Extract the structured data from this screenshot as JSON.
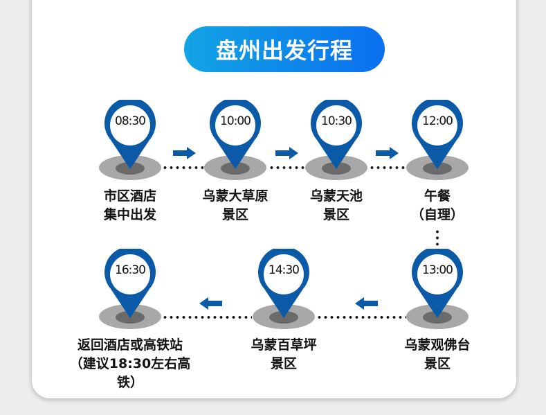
{
  "title": "盘州出发行程",
  "colors": {
    "pin": "#0a5aa8",
    "title_start": "#12a4e4",
    "title_end": "#0a6ff0"
  },
  "stops": [
    {
      "time": "08:30",
      "label1": "市区酒店",
      "label2": "集中出发"
    },
    {
      "time": "10:00",
      "label1": "乌蒙大草原",
      "label2": "景区"
    },
    {
      "time": "10:30",
      "label1": "乌蒙天池",
      "label2": "景区"
    },
    {
      "time": "12:00",
      "label1": "午餐",
      "label2": "（自理）"
    },
    {
      "time": "13:00",
      "label1": "乌蒙观佛台",
      "label2": "景区"
    },
    {
      "time": "14:30",
      "label1": "乌蒙百草坪",
      "label2": "景区"
    },
    {
      "time": "16:30",
      "label1": "返回酒店或高铁站",
      "label2": "（建议18:30左右高铁）"
    }
  ]
}
